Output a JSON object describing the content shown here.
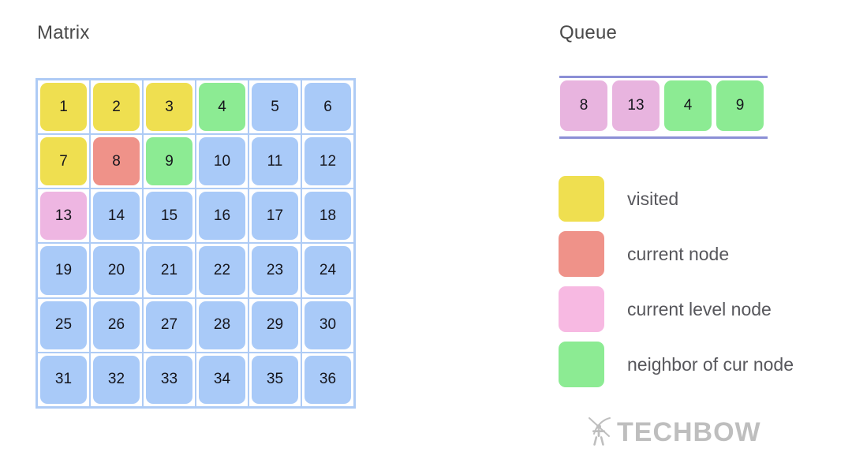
{
  "matrix": {
    "title": "Matrix",
    "rows": 6,
    "cols": 6,
    "cells": [
      {
        "value": "1",
        "state": "visited"
      },
      {
        "value": "2",
        "state": "visited"
      },
      {
        "value": "3",
        "state": "visited"
      },
      {
        "value": "4",
        "state": "neighbor"
      },
      {
        "value": "5",
        "state": "unvisited"
      },
      {
        "value": "6",
        "state": "unvisited"
      },
      {
        "value": "7",
        "state": "visited"
      },
      {
        "value": "8",
        "state": "current"
      },
      {
        "value": "9",
        "state": "neighbor"
      },
      {
        "value": "10",
        "state": "unvisited"
      },
      {
        "value": "11",
        "state": "unvisited"
      },
      {
        "value": "12",
        "state": "unvisited"
      },
      {
        "value": "13",
        "state": "level"
      },
      {
        "value": "14",
        "state": "unvisited"
      },
      {
        "value": "15",
        "state": "unvisited"
      },
      {
        "value": "16",
        "state": "unvisited"
      },
      {
        "value": "17",
        "state": "unvisited"
      },
      {
        "value": "18",
        "state": "unvisited"
      },
      {
        "value": "19",
        "state": "unvisited"
      },
      {
        "value": "20",
        "state": "unvisited"
      },
      {
        "value": "21",
        "state": "unvisited"
      },
      {
        "value": "22",
        "state": "unvisited"
      },
      {
        "value": "23",
        "state": "unvisited"
      },
      {
        "value": "24",
        "state": "unvisited"
      },
      {
        "value": "25",
        "state": "unvisited"
      },
      {
        "value": "26",
        "state": "unvisited"
      },
      {
        "value": "27",
        "state": "unvisited"
      },
      {
        "value": "28",
        "state": "unvisited"
      },
      {
        "value": "29",
        "state": "unvisited"
      },
      {
        "value": "30",
        "state": "unvisited"
      },
      {
        "value": "31",
        "state": "unvisited"
      },
      {
        "value": "32",
        "state": "unvisited"
      },
      {
        "value": "33",
        "state": "unvisited"
      },
      {
        "value": "34",
        "state": "unvisited"
      },
      {
        "value": "35",
        "state": "unvisited"
      },
      {
        "value": "36",
        "state": "unvisited"
      }
    ]
  },
  "queue": {
    "title": "Queue",
    "items": [
      {
        "value": "8",
        "state": "level"
      },
      {
        "value": "13",
        "state": "level"
      },
      {
        "value": "4",
        "state": "neighbor"
      },
      {
        "value": "9",
        "state": "neighbor"
      }
    ]
  },
  "legend": {
    "items": [
      {
        "label": "visited",
        "state": "visited"
      },
      {
        "label": "current node",
        "state": "current"
      },
      {
        "label": "current level node",
        "state": "level"
      },
      {
        "label": "neighbor of cur node",
        "state": "neighbor"
      }
    ]
  },
  "logo": {
    "text": "TECHBOW",
    "icon": "archer-bow-icon"
  },
  "colors": {
    "unvisited": "#a9caf8",
    "visited": "#efdf50",
    "current": "#ef9289",
    "level": "#eeb6e2",
    "level_legend": "#f7b9e2",
    "neighbor": "#8ceb93",
    "grid_border": "#aecbf5",
    "queue_rule": "#8b8fd6",
    "title_text": "#4a4a4a",
    "legend_text": "#57575c",
    "cell_text": "#15151c",
    "logo_text": "#8a8a8a"
  }
}
